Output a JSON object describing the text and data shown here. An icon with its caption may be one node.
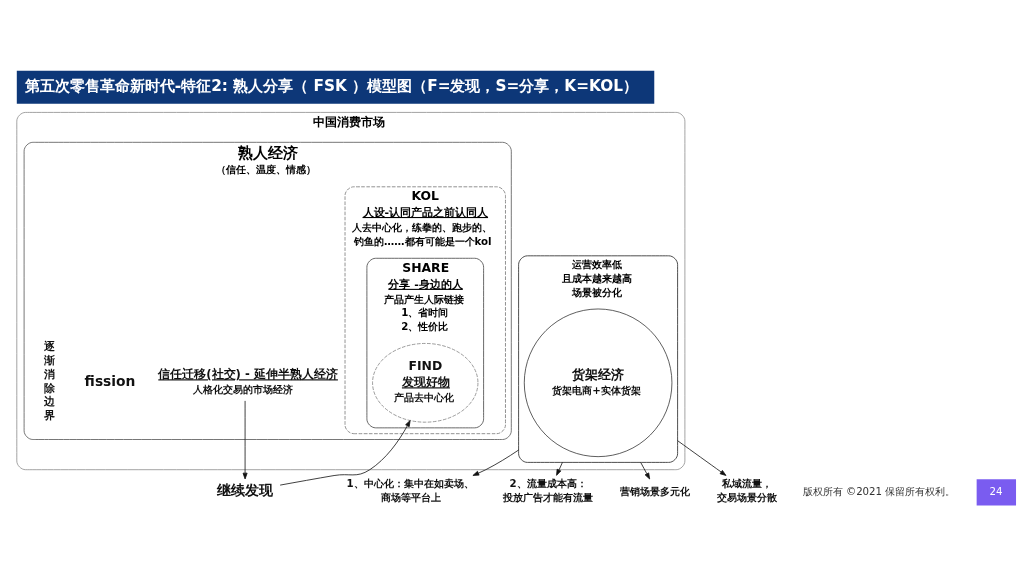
{
  "diagram": {
    "title": "第五次零售革命新时代-特征2: 熟人分享（ FSK ）模型图（F=发现，S=分享，K=KOL）",
    "nodes": [
      {
        "text": [
          "中国消费市场"
        ]
      },
      {
        "text": [
          "熟人经济",
          "（信任、温度、情感）"
        ],
        "in": 0
      },
      {
        "text": [
          "KOL",
          "人设-认同产品之前认同人",
          "人去中心化，练拳的、跑步的、钓鱼的……都有可能是一个kol"
        ],
        "in": 1
      },
      {
        "text": [
          "SHARE",
          "分享 -身边的人",
          "产品产生人际链接",
          "1、省时间",
          "2、性价比"
        ],
        "in": 2
      },
      {
        "text": [
          "FIND",
          "发现好物",
          "产品去中心化"
        ],
        "in": 3
      },
      {
        "text": [
          "信任迁移(社交) - 延伸半熟人经济",
          "人格化交易的市场经济"
        ],
        "in": 1
      },
      {
        "text": [
          "继续发现"
        ]
      },
      {
        "text": [
          "运营效率低且成本越来越高",
          "场景被分化"
        ],
        "in": 0
      },
      {
        "text": [
          "货架经济",
          "货架电商+实体货架"
        ],
        "in": 7
      },
      {
        "text": [
          "1、中心化：集中在如卖场、商场等平台上"
        ]
      },
      {
        "text": [
          "2、流量成本高：",
          "投放广告才能有流量"
        ]
      },
      {
        "text": [
          "营销场景多元化"
        ]
      },
      {
        "text": [
          "私域流量，交易场景分散"
        ]
      }
    ],
    "edges": [
      {
        "from": 7,
        "to": 9,
        "arrow": "to"
      },
      {
        "from": 7,
        "to": 10,
        "arrow": "to"
      },
      {
        "from": 7,
        "to": 11,
        "arrow": "to"
      },
      {
        "from": 7,
        "to": 12,
        "arrow": "to"
      },
      {
        "from": 5,
        "to": 6,
        "arrow": "to"
      },
      {
        "from": 6,
        "to": 4,
        "arrow": "to"
      }
    ],
    "labels": [
      "逐渐消除边界",
      "fission",
      "版权所有 ©2021 保留所有权利。",
      "24"
    ]
  }
}
